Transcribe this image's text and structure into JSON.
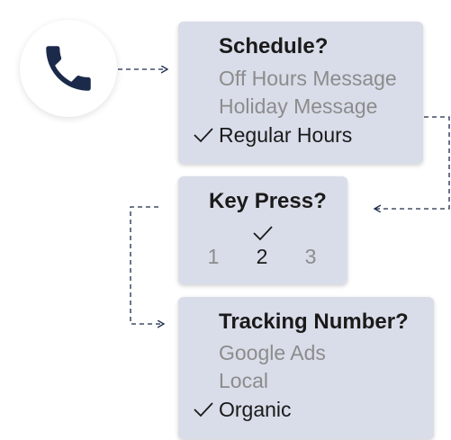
{
  "icons": {
    "phone": "phone-icon",
    "check": "checkmark-icon"
  },
  "colors": {
    "card_bg": "#d9dde9",
    "navy": "#1b2a4a",
    "selected_text": "#1a1a1a",
    "muted_text": "#8c8c8c",
    "connector": "#1b2a4a"
  },
  "schedule": {
    "title": "Schedule?",
    "options": [
      {
        "label": "Off Hours Message",
        "selected": false
      },
      {
        "label": "Holiday Message",
        "selected": false
      },
      {
        "label": "Regular Hours",
        "selected": true
      }
    ]
  },
  "key_press": {
    "title": "Key Press?",
    "keys": [
      {
        "label": "1",
        "selected": false
      },
      {
        "label": "2",
        "selected": true
      },
      {
        "label": "3",
        "selected": false
      }
    ]
  },
  "tracking": {
    "title": "Tracking Number?",
    "options": [
      {
        "label": "Google Ads",
        "selected": false
      },
      {
        "label": "Local",
        "selected": false
      },
      {
        "label": "Organic",
        "selected": true
      }
    ]
  }
}
